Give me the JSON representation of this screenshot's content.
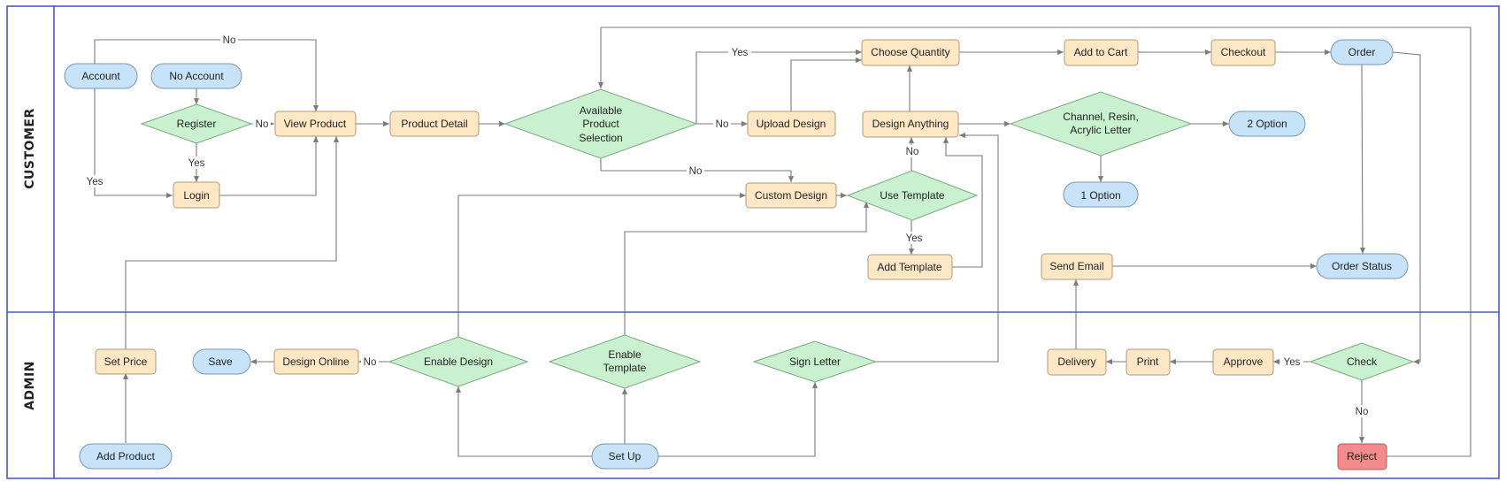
{
  "colors": {
    "border": "#4a58c4",
    "process_fill": "#fde7c4",
    "process_stroke": "#b09a78",
    "decision_fill": "#c9f0cf",
    "decision_stroke": "#7aa882",
    "terminal_fill": "#c7e3fa",
    "terminal_stroke": "#7d96ad",
    "reject_fill": "#f28b8b",
    "reject_stroke": "#b85a5a",
    "connector": "#7a7a7a"
  },
  "lanes": {
    "customer": "CUSTOMER",
    "admin": "ADMIN"
  },
  "nodes": {
    "account": "Account",
    "no_account": "No Account",
    "register": "Register",
    "view_product": "View Product",
    "login": "Login",
    "product_detail": "Product Detail",
    "available_product_selection": [
      "Available",
      "Product",
      "Selection"
    ],
    "upload_design": "Upload Design",
    "custom_design": "Custom Design",
    "choose_quantity": "Choose Quantity",
    "design_anything": "Design Anything",
    "use_template": "Use Template",
    "add_template": "Add Template",
    "add_to_cart": "Add to Cart",
    "checkout": "Checkout",
    "order": "Order",
    "channel_resin": [
      "Channel, Resin,",
      "Acrylic Letter"
    ],
    "two_option": "2 Option",
    "one_option": "1 Option",
    "send_email": "Send Email",
    "order_status": "Order Status",
    "set_price": "Set Price",
    "save": "Save",
    "design_online": "Design Online",
    "enable_design": "Enable Design",
    "enable_template": [
      "Enable",
      "Template"
    ],
    "sign_letter": "Sign Letter",
    "delivery": "Delivery",
    "print": "Print",
    "approve": "Approve",
    "check": "Check",
    "add_product": "Add Product",
    "set_up": "Set Up",
    "reject": "Reject"
  },
  "edge_labels": {
    "yes": "Yes",
    "no": "No"
  }
}
